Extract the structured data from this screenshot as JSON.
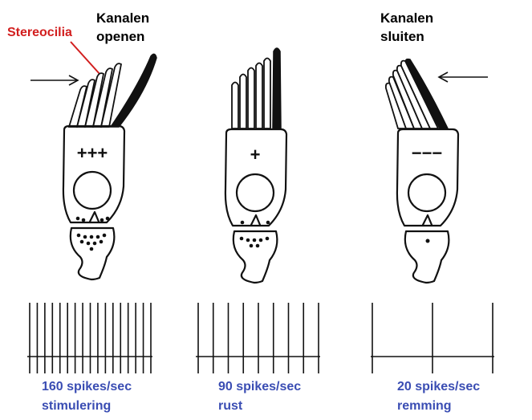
{
  "colors": {
    "ink": "#111111",
    "label_red": "#d21e1e",
    "label_blue": "#3a4db3"
  },
  "stereocilia_label": "Stereocilia",
  "cells": [
    {
      "state_label_line1": "Kanalen",
      "state_label_line2": "openen",
      "charge": "+++",
      "rate_text": "160 spikes/sec",
      "condition_text": "stimulering",
      "spike_count": 17,
      "bundle_deflection": "towards-kinocilium",
      "arrow_direction": "right"
    },
    {
      "state_label_line1": "",
      "state_label_line2": "",
      "charge": "+",
      "rate_text": "90 spikes/sec",
      "condition_text": "rust",
      "spike_count": 9,
      "bundle_deflection": "none",
      "arrow_direction": "none"
    },
    {
      "state_label_line1": "Kanalen",
      "state_label_line2": "sluiten",
      "charge": "−−−",
      "rate_text": "20 spikes/sec",
      "condition_text": "remming",
      "spike_count": 3,
      "bundle_deflection": "away-from-kinocilium",
      "arrow_direction": "left"
    }
  ]
}
